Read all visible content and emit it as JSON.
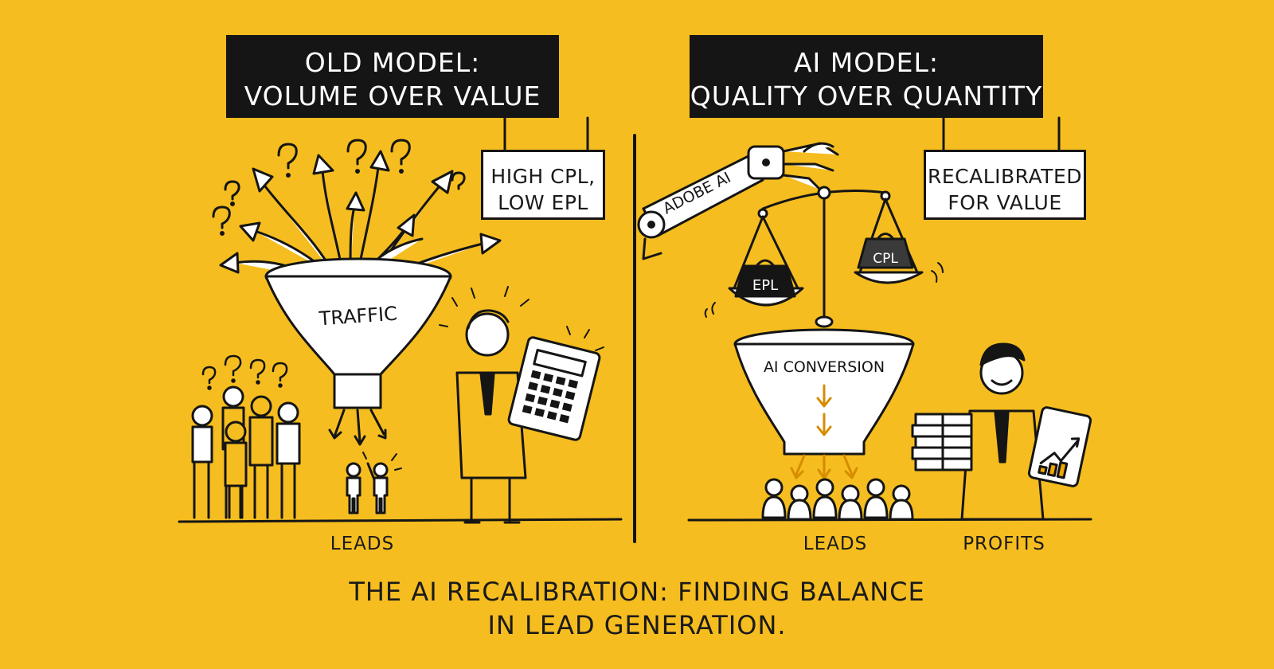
{
  "left_panel": {
    "banner": {
      "line1": "OLD MODEL:",
      "line2": "VOLUME OVER VALUE"
    },
    "note": {
      "line1": "HIGH CPL,",
      "line2": "LOW EPL"
    },
    "funnel_label": "TRAFFIC",
    "leads_label": "LEADS"
  },
  "right_panel": {
    "banner": {
      "line1": "AI MODEL:",
      "line2": "QUALITY OVER QUANTITY"
    },
    "note": {
      "line1": "RECALIBRATED",
      "line2": "FOR VALUE"
    },
    "robot_arm_label": "ADOBE AI",
    "scale_left_weight": "EPL",
    "scale_right_weight": "CPL",
    "funnel_label": "AI CONVERSION",
    "leads_label": "LEADS",
    "profits_label": "PROFITS"
  },
  "footer": {
    "line1": "THE AI RECALIBRATION: FINDING BALANCE",
    "line2": "IN LEAD GENERATION."
  },
  "colors": {
    "background": "#f5bd1f",
    "ink": "#151515",
    "paper": "#ffffff"
  }
}
